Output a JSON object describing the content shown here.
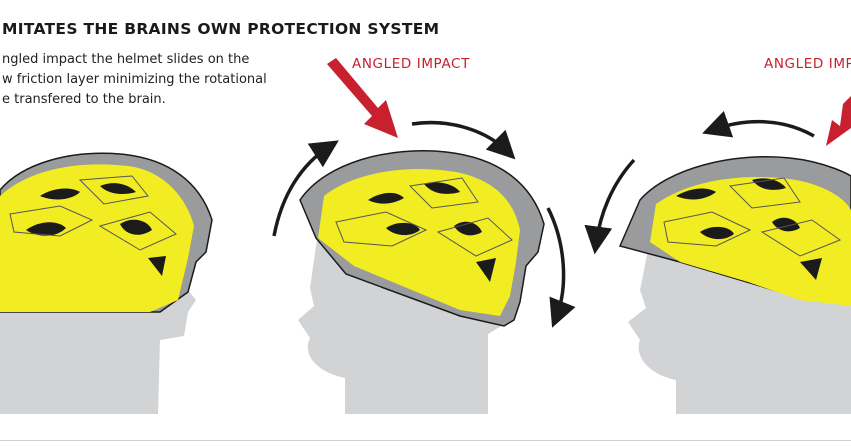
{
  "title": "MITATES THE BRAINS OWN PROTECTION SYSTEM",
  "description": [
    "ngled impact the helmet slides on the",
    "w friction layer minimizing the rotational",
    "e transfered to the brain."
  ],
  "labels": {
    "impact_1": "ANGLED IMPACT",
    "impact_2": "ANGLED IMP"
  },
  "colors": {
    "helmet_shell": "#9a9b9d",
    "liner": "#f2ec23",
    "head": "#d2d3d5",
    "arrow": "#1b1b1b",
    "impact": "#c8202f",
    "vent": "#1b1b1b"
  }
}
